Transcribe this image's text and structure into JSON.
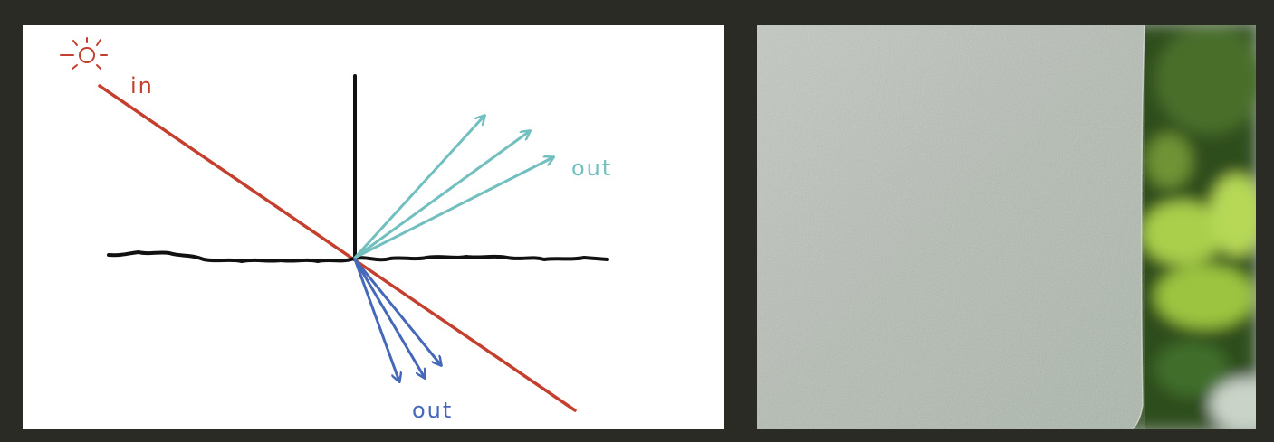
{
  "diagram": {
    "labels": {
      "incoming": "in",
      "reflected": "out",
      "transmitted": "out"
    },
    "colors": {
      "incoming_ray": "#c43f2e",
      "reflected_rays": "#72bfc0",
      "transmitted_rays": "#4569b8",
      "surface": "#111111",
      "normal": "#111111",
      "sun": "#c43f2e"
    },
    "icons": {
      "light_source": "sun-icon"
    }
  },
  "photo": {
    "subject": "frosted-glass-photo",
    "colors": {
      "frosted_glass": "#b9c0b9",
      "foliage_light": "#a9cf4c",
      "foliage_dark": "#2f4d1f"
    }
  }
}
